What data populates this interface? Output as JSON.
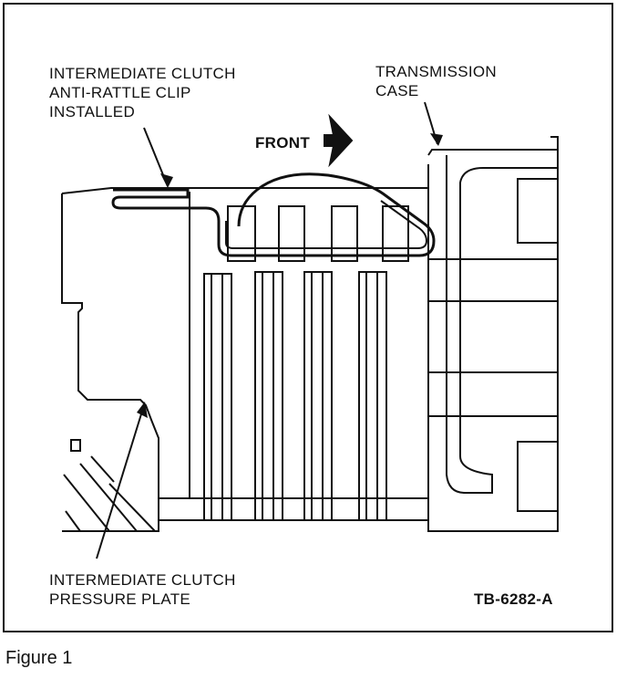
{
  "labels": {
    "anti_rattle_clip": [
      "INTERMEDIATE CLUTCH",
      "ANTI-RATTLE CLIP",
      "INSTALLED"
    ],
    "transmission_case": [
      "TRANSMISSION",
      "CASE"
    ],
    "front": "FRONT",
    "pressure_plate": [
      "INTERMEDIATE CLUTCH",
      "PRESSURE PLATE"
    ],
    "part_number": "TB-6282-A"
  },
  "caption": "Figure 1",
  "colors": {
    "ink": "#111111",
    "paper": "#ffffff"
  }
}
